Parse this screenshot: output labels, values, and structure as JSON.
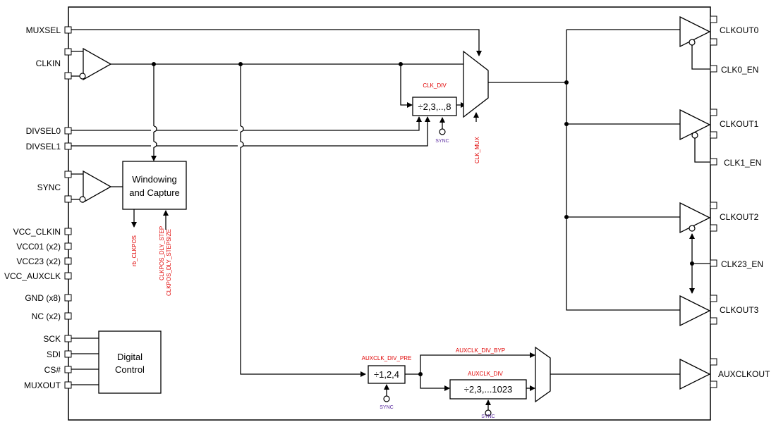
{
  "inputs": {
    "muxsel": "MUXSEL",
    "clkin": "CLKIN",
    "divsel0": "DIVSEL0",
    "divsel1": "DIVSEL1",
    "sync": "SYNC",
    "vcc_clkin": "VCC_CLKIN",
    "vcc01": "VCC01 (x2)",
    "vcc23": "VCC23 (x2)",
    "vcc_auxclk": "VCC_AUXCLK",
    "gnd": "GND (x8)",
    "nc": "NC (x2)",
    "sck": "SCK",
    "sdi": "SDI",
    "cs": "CS#",
    "muxout": "MUXOUT"
  },
  "outputs": {
    "clkout0": "CLKOUT0",
    "clk0_en": "CLK0_EN",
    "clkout1": "CLKOUT1",
    "clk1_en": "CLK1_EN",
    "clkout2": "CLKOUT2",
    "clk23_en": "CLK23_EN",
    "clkout3": "CLKOUT3",
    "auxclkout": "AUXCLKOUT"
  },
  "blocks": {
    "windowing_line1": "Windowing",
    "windowing_line2": "and Capture",
    "digital_line1": "Digital",
    "digital_line2": "Control",
    "clk_div": "÷2,3,..,8",
    "aux_pre": "÷1,2,4",
    "aux_div": "÷2,3,...1023"
  },
  "signals": {
    "clk_div": "CLK_DIV",
    "clk_mux": "CLK_MUX",
    "rb_clkpos": "rb_CLKPOS",
    "clkpos_dly_step": "CLKPOS_DLY_STEP",
    "clkpos_dly_stepsize": "CLKPOS_DLY_STEPSIZE",
    "auxclk_div_pre": "AUXCLK_DIV_PRE",
    "auxclk_div_byp": "AUXCLK_DIV_BYP",
    "auxclk_div": "AUXCLK_DIV",
    "sync": "SYNC"
  },
  "colors": {
    "signal_label": "#e00000",
    "sync_label": "#5b2ca0"
  }
}
